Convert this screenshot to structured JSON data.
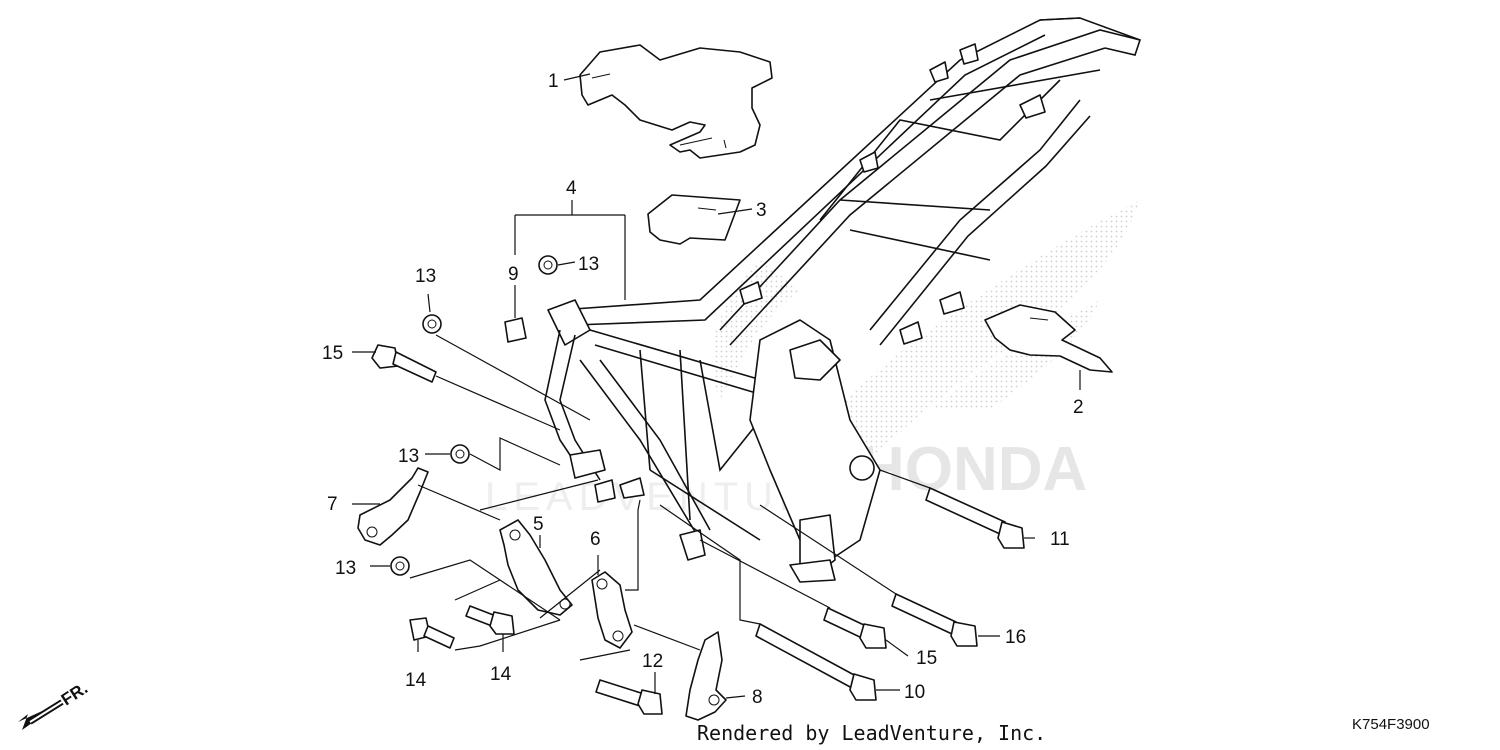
{
  "diagram": {
    "labels": {
      "p1": "1",
      "p2": "2",
      "p3": "3",
      "p4": "4",
      "p5": "5",
      "p6": "6",
      "p7": "7",
      "p8": "8",
      "p9": "9",
      "p10": "10",
      "p11": "11",
      "p12": "12",
      "p13a": "13",
      "p13b": "13",
      "p13c": "13",
      "p13d": "13",
      "p14a": "14",
      "p14b": "14",
      "p15a": "15",
      "p15b": "15",
      "p16": "16"
    },
    "direction_label": "FR.",
    "watermark_text": "LEADVENTURE",
    "watermark_brand": "HONDA",
    "credit": "Rendered by LeadVenture, Inc.",
    "diagram_code": "K754F3900"
  }
}
